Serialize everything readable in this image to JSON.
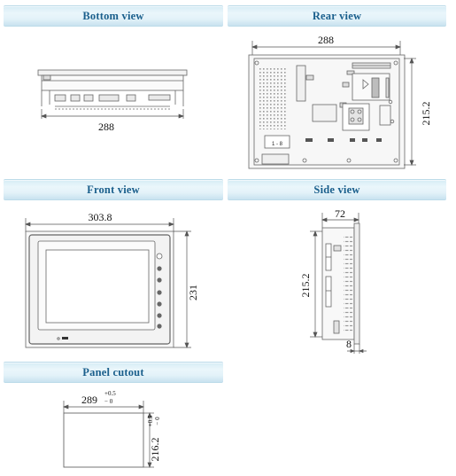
{
  "sections": {
    "bottom_view": {
      "title": "Bottom view",
      "width_dim": "288"
    },
    "rear_view": {
      "title": "Rear view",
      "width_dim": "288",
      "height_dim": "215.2",
      "switch_label": "1 - 8"
    },
    "front_view": {
      "title": "Front view",
      "width_dim": "303.8",
      "height_dim": "231"
    },
    "side_view": {
      "title": "Side view",
      "depth_dim": "72",
      "height_dim": "215.2",
      "bezel_dim": "8"
    },
    "panel_cutout": {
      "title": "Panel cutout",
      "width_dim": "289",
      "width_tol_plus": "+0.5",
      "width_tol_minus": "− 0",
      "height_dim": "216.2",
      "height_tol_plus": "+0.5",
      "height_tol_minus": "− 0"
    }
  },
  "colors": {
    "banner_text": "#1a5f8c",
    "line": "#6b6b6b"
  }
}
